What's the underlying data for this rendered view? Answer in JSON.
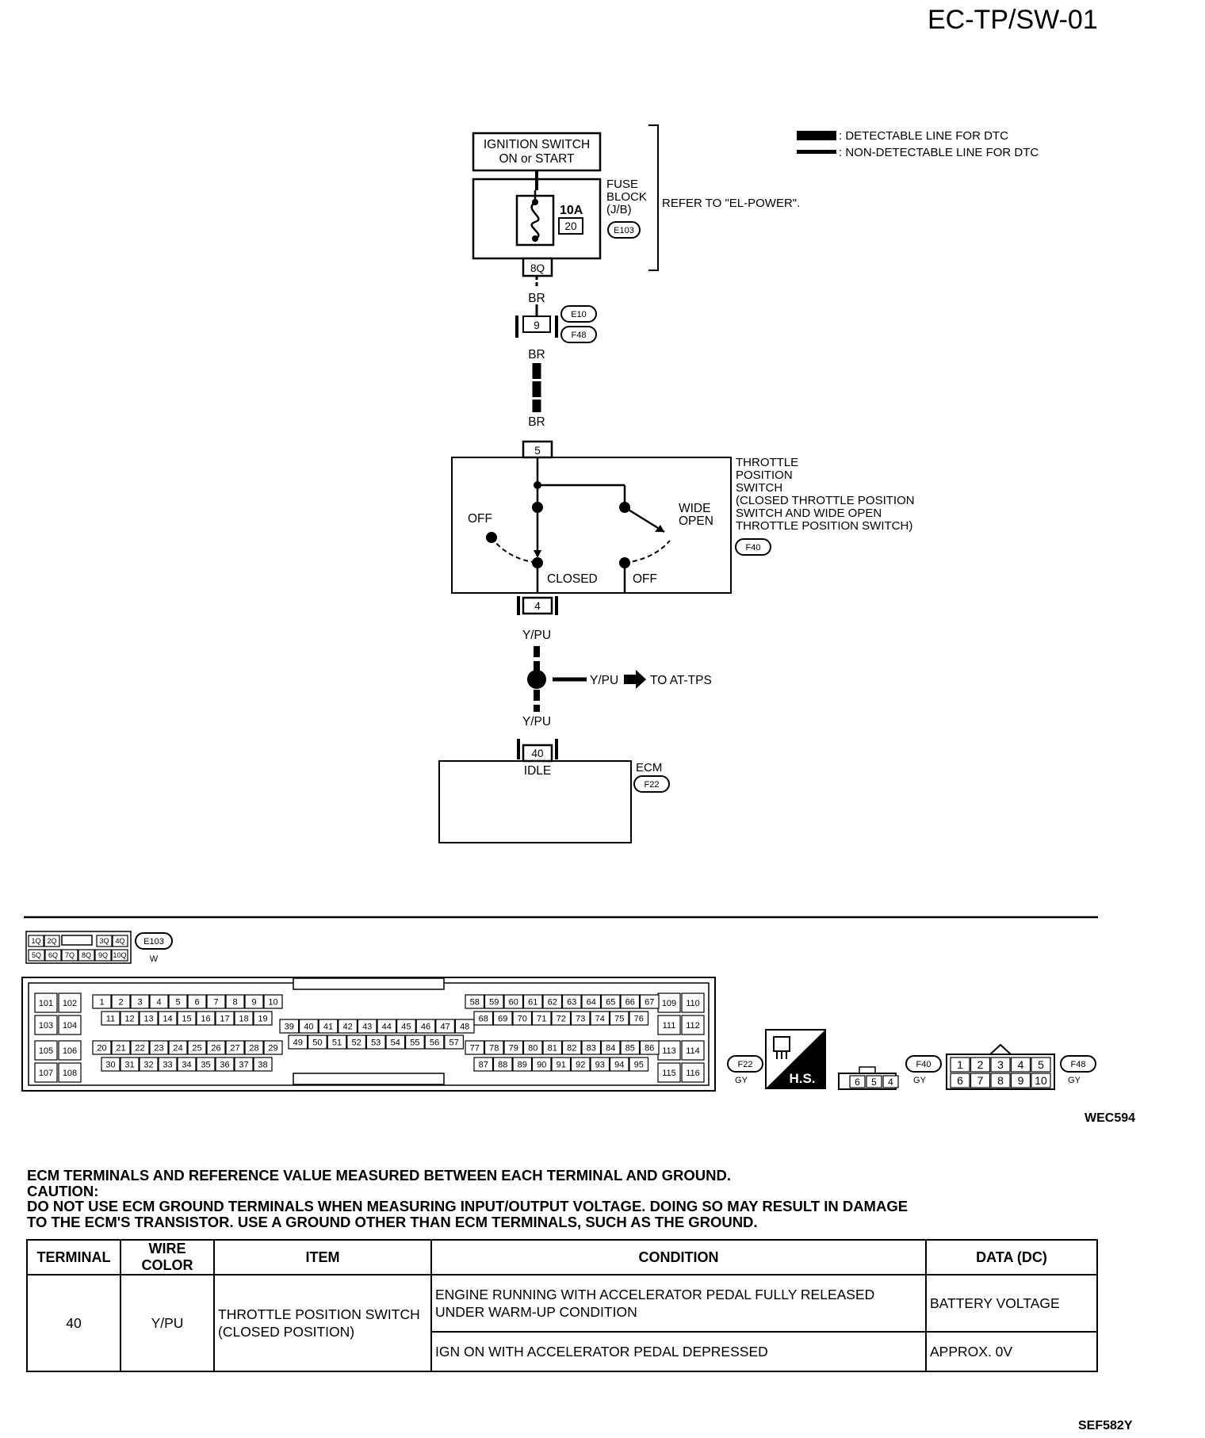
{
  "page_code": "EC-TP/SW-01",
  "legend": {
    "detectable": ": DETECTABLE LINE FOR DTC",
    "non_detectable": ": NON-DETECTABLE LINE FOR DTC"
  },
  "ignition_switch": {
    "line1": "IGNITION SWITCH",
    "line2": "ON or START"
  },
  "fuse_block": {
    "name_lines": [
      "FUSE",
      "BLOCK",
      "(J/B)"
    ],
    "fuse_amps": "10A",
    "fuse_number": "20",
    "connector": "E103",
    "refer_text": "REFER TO \"EL-POWER\".",
    "terminal": "8Q"
  },
  "wires": {
    "br_1": "BR",
    "br_2": "BR",
    "br_3": "BR",
    "ypu_1": "Y/PU",
    "ypu_2": "Y/PU",
    "ypu_branch": "Y/PU"
  },
  "joint_connector": {
    "pin": "9",
    "conn_a": "E10",
    "conn_b": "F48"
  },
  "tps": {
    "label_lines": [
      "THROTTLE",
      "POSITION",
      "SWITCH",
      "(CLOSED THROTTLE POSITION",
      "SWITCH AND WIDE OPEN",
      "THROTTLE POSITION SWITCH)"
    ],
    "connector": "F40",
    "pin_in": "5",
    "pin_out": "4",
    "off_left": "OFF",
    "closed": "CLOSED",
    "wide_open_1": "WIDE",
    "wide_open_2": "OPEN",
    "off_right": "OFF"
  },
  "branch_to": "TO AT-TPS",
  "ecm": {
    "label": "ECM",
    "connector": "F22",
    "pin": "40",
    "terminal_name": "IDLE"
  },
  "connector_views": {
    "e103": {
      "id": "E103",
      "color": "W",
      "top_row": [
        "1Q",
        "2Q",
        "3Q",
        "4Q"
      ],
      "bottom_row": [
        "5Q",
        "6Q",
        "7Q",
        "8Q",
        "9Q",
        "10Q"
      ]
    },
    "f22": {
      "id": "F22",
      "color": "GY"
    },
    "hs": "H.S.",
    "f40": {
      "id": "F40",
      "color": "GY",
      "pins": [
        "6",
        "5",
        "4"
      ]
    },
    "f48": {
      "id": "F48",
      "color": "GY",
      "top_row": [
        "1",
        "2",
        "3",
        "4",
        "5"
      ],
      "bottom_row": [
        "6",
        "7",
        "8",
        "9",
        "10"
      ]
    }
  },
  "diagram_code": "WEC594",
  "notes": {
    "line1": "ECM TERMINALS AND REFERENCE VALUE MEASURED BETWEEN EACH TERMINAL AND GROUND.",
    "line2": "CAUTION:",
    "line3": "DO NOT USE ECM GROUND TERMINALS WHEN MEASURING INPUT/OUTPUT VOLTAGE. DOING SO MAY RESULT IN DAMAGE",
    "line4": "TO THE ECM'S TRANSISTOR. USE A GROUND OTHER THAN ECM TERMINALS, SUCH AS THE GROUND."
  },
  "table": {
    "headers": [
      "TERMINAL",
      "WIRE COLOR",
      "ITEM",
      "CONDITION",
      "DATA (DC)"
    ],
    "row": {
      "terminal": "40",
      "wire_color": "Y/PU",
      "item": "THROTTLE POSITION SWITCH (CLOSED POSITION)",
      "conditions": [
        {
          "condition": "ENGINE RUNNING WITH ACCELERATOR PEDAL FULLY RELEASED UNDER WARM-UP CONDITION",
          "data": "BATTERY VOLTAGE"
        },
        {
          "condition": "IGN ON WITH ACCELERATOR PEDAL DEPRESSED",
          "data": "APPROX. 0V"
        }
      ]
    }
  },
  "figure_code": "SEF582Y"
}
